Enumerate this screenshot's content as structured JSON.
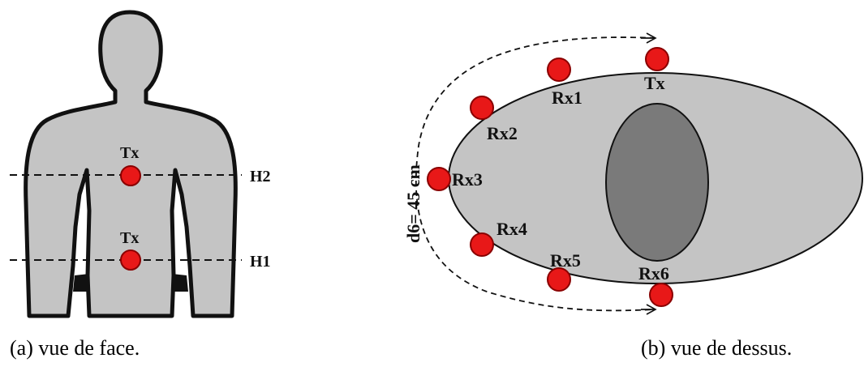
{
  "panel_a": {
    "caption": "(a) vue de face.",
    "upper_tx_label": "Tx",
    "lower_tx_label": "Tx",
    "line_h2_label": "H2",
    "line_h1_label": "H1"
  },
  "panel_b": {
    "caption": "(b) vue de dessus.",
    "distance_label": "d6= 45 cm",
    "tx_label": "Tx",
    "rx_labels": [
      "Rx1",
      "Rx2",
      "Rx3",
      "Rx4",
      "Rx5",
      "Rx6"
    ]
  },
  "colors": {
    "body": "#c4c4c4",
    "body_outline": "#111111",
    "inner_organ": "#7a7a7a",
    "sensor": "#e81818",
    "sensor_outline": "#8a0000"
  }
}
